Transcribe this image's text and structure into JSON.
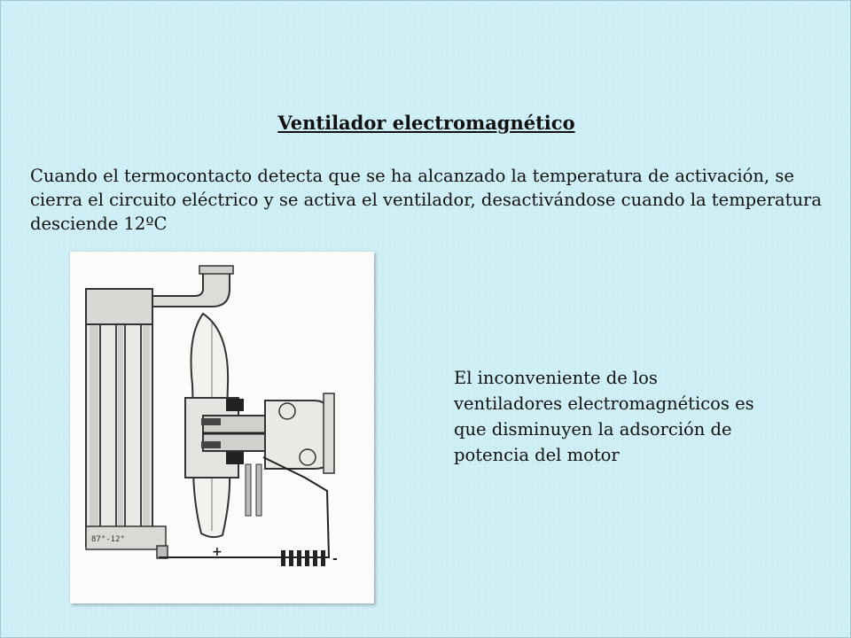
{
  "slide": {
    "title": "Ventilador electromagnético",
    "paragraph": "Cuando el termocontacto detecta que se ha alcanzado la temperatura de activación, se cierra el circuito eléctrico y se activa el ventilador, desactivándose cuando la temperatura desciende 12ºC",
    "side_note": "El inconveniente de los ventiladores electromagnéticos es que disminuyen la adsorción de potencia del motor"
  },
  "figure": {
    "thermo_label": "87°-12°",
    "plus_label": "+",
    "minus_label": "-"
  },
  "colors": {
    "background": "#cdeef4",
    "text": "#111111"
  }
}
